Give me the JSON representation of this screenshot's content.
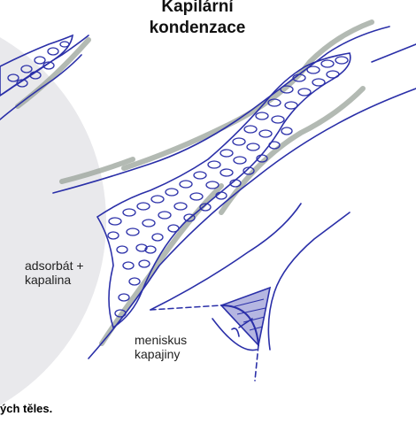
{
  "title": {
    "line1": "Kapilární",
    "line2": "kondenzace"
  },
  "annotations": {
    "adsorbat_line1": "adsorbát +",
    "adsorbat_line2": "kapalina",
    "meniskus_line1": "meniskus",
    "meniskus_line2": "kapajiny"
  },
  "caption": "ých těles.",
  "colors": {
    "ink": "#2a2fa8",
    "shading": "#9aa39a",
    "background_disc": "#e9e9ec"
  }
}
